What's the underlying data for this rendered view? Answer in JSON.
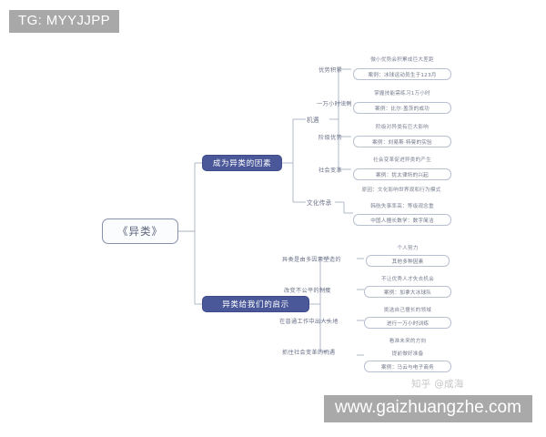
{
  "watermarks": {
    "top_banner": "TG: MYYJJPP",
    "bottom_banner": "www.gaizhuangzhe.com",
    "zhihu": "知乎 @成海"
  },
  "mindmap": {
    "root": {
      "label": "《异类》"
    },
    "branches": [
      {
        "label": "成为异类的因素",
        "children": [
          {
            "label": "机遇",
            "children": [
              {
                "label": "优势积累",
                "leaves": [
                  {
                    "label": "微小优势会积累成巨大差距",
                    "style": "plain"
                  },
                  {
                    "label": "案例：冰球运动员生于123月",
                    "style": "box"
                  }
                ]
              },
              {
                "label": "一万小时法则",
                "leaves": [
                  {
                    "label": "掌握技能需练习1万小时",
                    "style": "plain"
                  },
                  {
                    "label": "案例：比尔·盖茨的成功",
                    "style": "box"
                  }
                ]
              },
              {
                "label": "阶级优势",
                "leaves": [
                  {
                    "label": "阶级对异类有巨大影响",
                    "style": "plain"
                  },
                  {
                    "label": "案例：刘易斯·特曼的实验",
                    "style": "box"
                  }
                ]
              },
              {
                "label": "社会变革",
                "leaves": [
                  {
                    "label": "社会变革促进异类的产生",
                    "style": "plain"
                  },
                  {
                    "label": "案例：犹太律所的兴起",
                    "style": "box"
                  }
                ]
              }
            ]
          },
          {
            "label": "文化传承",
            "children": [
              {
                "label": "",
                "leaves": [
                  {
                    "label": "原因：文化影响世界观和行为模式",
                    "style": "plain"
                  },
                  {
                    "label": "韩航失事率高：等级观念重",
                    "style": "plain"
                  },
                  {
                    "label": "中国人擅长数学：数字简洁",
                    "style": "box"
                  }
                ]
              }
            ]
          }
        ]
      },
      {
        "label": "异类给我们的启示",
        "children": [
          {
            "label": "异类是由多因素塑造的",
            "leaves": [
              {
                "label": "个人努力",
                "style": "plain"
              },
              {
                "label": "其他多种因素",
                "style": "box"
              }
            ]
          },
          {
            "label": "改变不公平的制度",
            "leaves": [
              {
                "label": "不让优秀人才失去机会",
                "style": "plain"
              },
              {
                "label": "案例：加拿大冰球队",
                "style": "box"
              }
            ]
          },
          {
            "label": "在普通工作中出人头地",
            "leaves": [
              {
                "label": "挑选自己擅长的领域",
                "style": "plain"
              },
              {
                "label": "进行一万小时训练",
                "style": "box"
              }
            ]
          },
          {
            "label": "抓住社会变革的机遇",
            "leaves": [
              {
                "label": "看准未来的方向",
                "style": "plain"
              },
              {
                "label": "提前做好准备",
                "style": "plain"
              },
              {
                "label": "案例：马云与电子商务",
                "style": "box"
              }
            ]
          }
        ]
      }
    ]
  },
  "colors": {
    "branch_fill": "#4a5899",
    "line": "#aab1c2",
    "root_border": "#8890ab",
    "watermark_bg": "#a8a8a8"
  }
}
